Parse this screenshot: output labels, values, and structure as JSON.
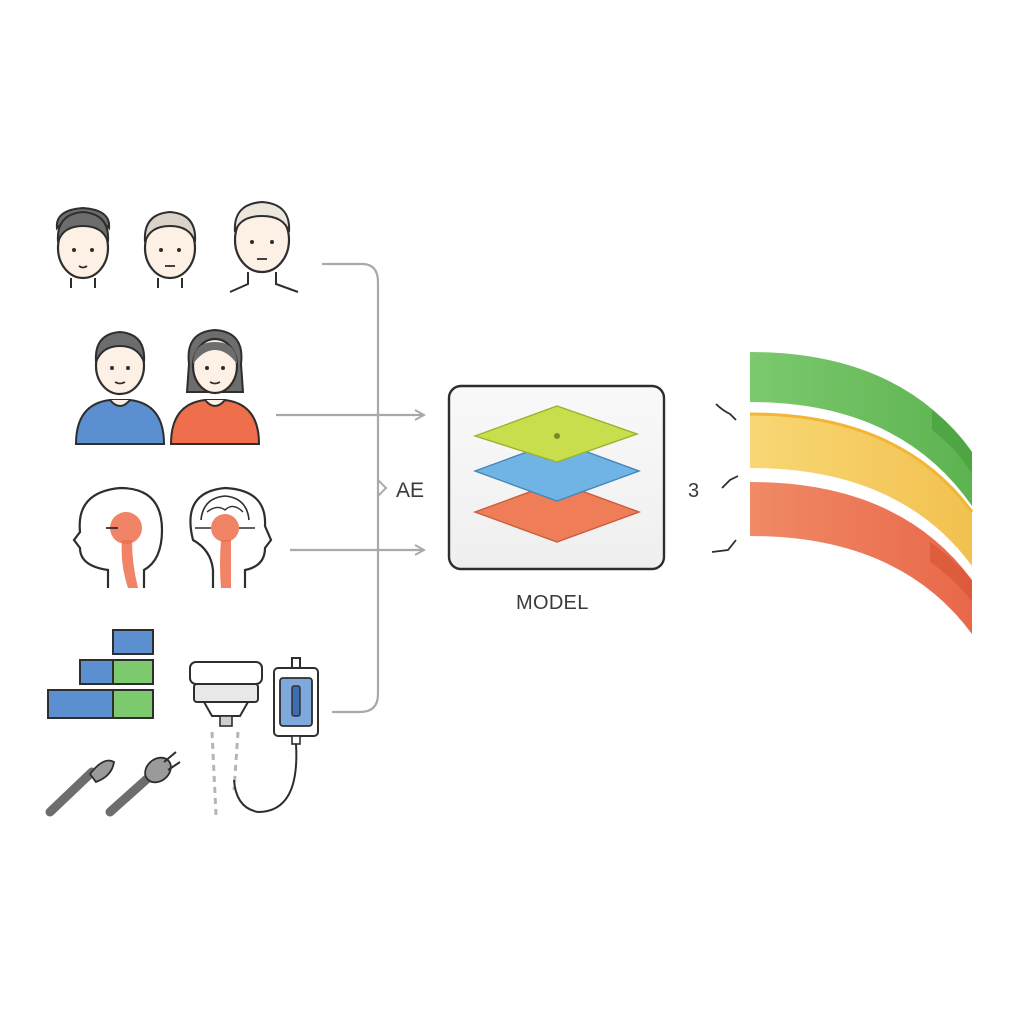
{
  "labels": {
    "ae": "AE",
    "model": "MODEL",
    "output_marker": "3"
  },
  "icons": [
    "face-icon",
    "patient-icon",
    "head-anatomy-icon",
    "device-blocks-icon",
    "scalpel-icon",
    "surgical-instrument-icon",
    "ultrasound-probe-icon",
    "infusion-pump-icon",
    "layers-icon"
  ],
  "colors": {
    "green": "#6cbf5e",
    "yellow": "#f6cf63",
    "red": "#ee7b58",
    "blue": "#5b8fd0",
    "orange": "#ef6f4c",
    "arrow": "#a9a9a9",
    "outline": "#2e2e2e"
  }
}
